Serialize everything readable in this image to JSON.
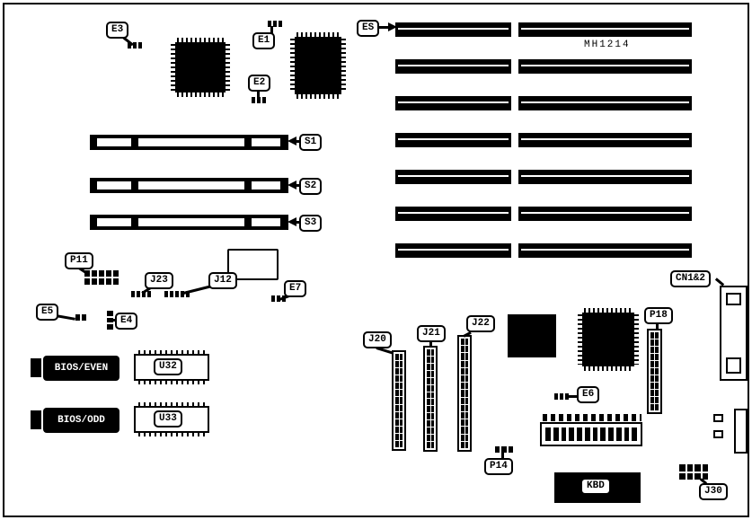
{
  "diagram": {
    "type": "motherboard-layout",
    "board_label": "MH1214",
    "jumpers": {
      "e1": "E1",
      "e2": "E2",
      "e3": "E3",
      "e4": "E4",
      "e5": "E5",
      "e6": "E6",
      "e7": "E7",
      "es": "ES"
    },
    "headers": {
      "p11": "P11",
      "p14": "P14",
      "p18": "P18",
      "j12": "J12",
      "j20": "J20",
      "j21": "J21",
      "j22": "J22",
      "j23": "J23",
      "j30": "J30"
    },
    "slots": {
      "s1": "S1",
      "s2": "S2",
      "s3": "S3"
    },
    "chips": {
      "u32": "U32",
      "u33": "U33"
    },
    "connectors": {
      "cn12": "CN1&2",
      "kbd": "KBD"
    },
    "rom": {
      "bios_even": "BIOS/EVEN",
      "bios_odd": "BIOS/ODD"
    }
  }
}
